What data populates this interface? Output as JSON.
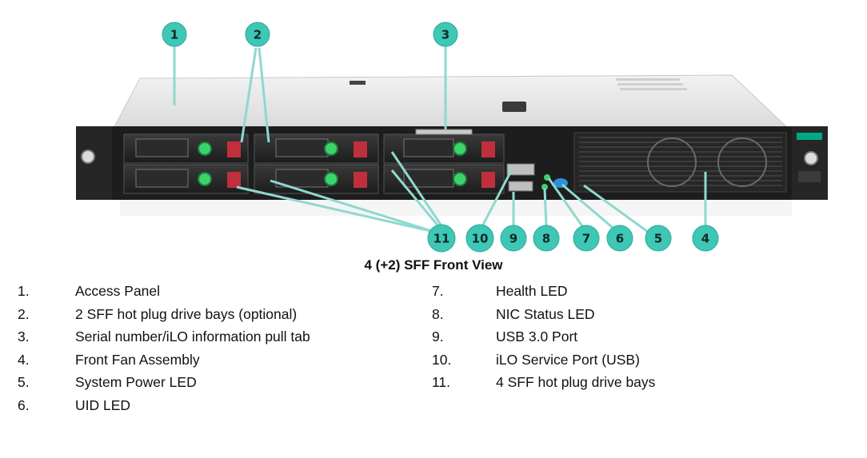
{
  "figure": {
    "title": "4 (+2) SFF Front View"
  },
  "callouts": [
    {
      "id": "1",
      "label": "1"
    },
    {
      "id": "2",
      "label": "2"
    },
    {
      "id": "3",
      "label": "3"
    },
    {
      "id": "4",
      "label": "4"
    },
    {
      "id": "5",
      "label": "5"
    },
    {
      "id": "6",
      "label": "6"
    },
    {
      "id": "7",
      "label": "7"
    },
    {
      "id": "8",
      "label": "8"
    },
    {
      "id": "9",
      "label": "9"
    },
    {
      "id": "10",
      "label": "10"
    },
    {
      "id": "11",
      "label": "11"
    }
  ],
  "legend": {
    "left": [
      {
        "num": "1.",
        "text": "Access Panel"
      },
      {
        "num": "2.",
        "text": "2 SFF hot plug drive bays (optional)"
      },
      {
        "num": "3.",
        "text": "Serial number/iLO information pull tab"
      },
      {
        "num": "4.",
        "text": "Front Fan Assembly"
      },
      {
        "num": "5.",
        "text": "System Power LED"
      },
      {
        "num": "6.",
        "text": "UID LED"
      }
    ],
    "right": [
      {
        "num": "7.",
        "text": "Health LED"
      },
      {
        "num": "8.",
        "text": "NIC Status LED"
      },
      {
        "num": "9.",
        "text": "USB 3.0 Port"
      },
      {
        "num": "10.",
        "text": "iLO Service Port (USB)"
      },
      {
        "num": "11.",
        "text": "4 SFF hot plug drive bays"
      }
    ]
  },
  "colors": {
    "callout_fill": "#3fc7b5",
    "leader_line": "#8fd8cf",
    "chassis_top": "#e7e7e7",
    "bezel": "#2a2a2a",
    "drive_latch": "#c0303c",
    "led_green": "#3bd46a",
    "uid_blue": "#2f8fd6",
    "hpe_green": "#01a982"
  }
}
